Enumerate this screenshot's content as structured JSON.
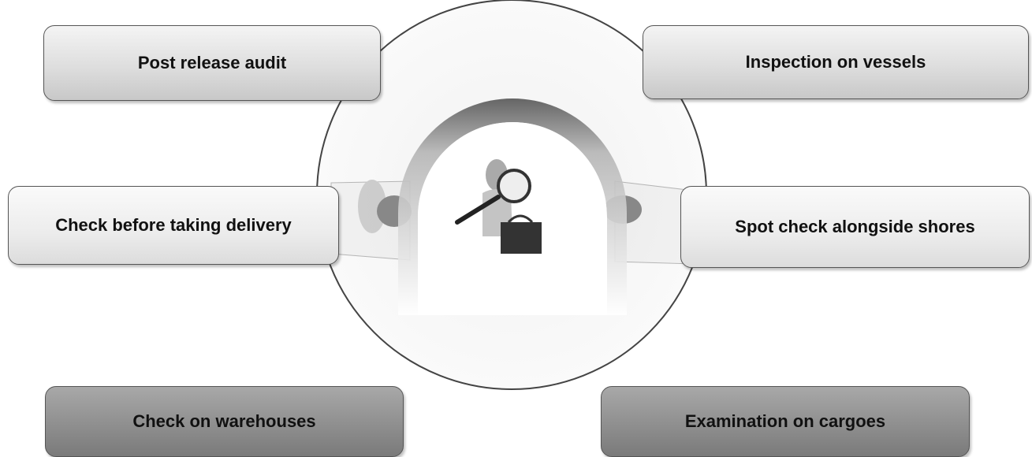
{
  "boxes": {
    "post_release_audit": "Post release audit",
    "inspection_on_vessels": "Inspection on vessels",
    "check_before_taking_delivery": "Check before taking delivery",
    "spot_check_alongside_shores": "Spot check alongside shores",
    "check_on_warehouses": "Check on warehouses",
    "examination_on_cargoes": "Examination on cargoes"
  },
  "center_icon": "magnifying-glass-inspector-icon"
}
